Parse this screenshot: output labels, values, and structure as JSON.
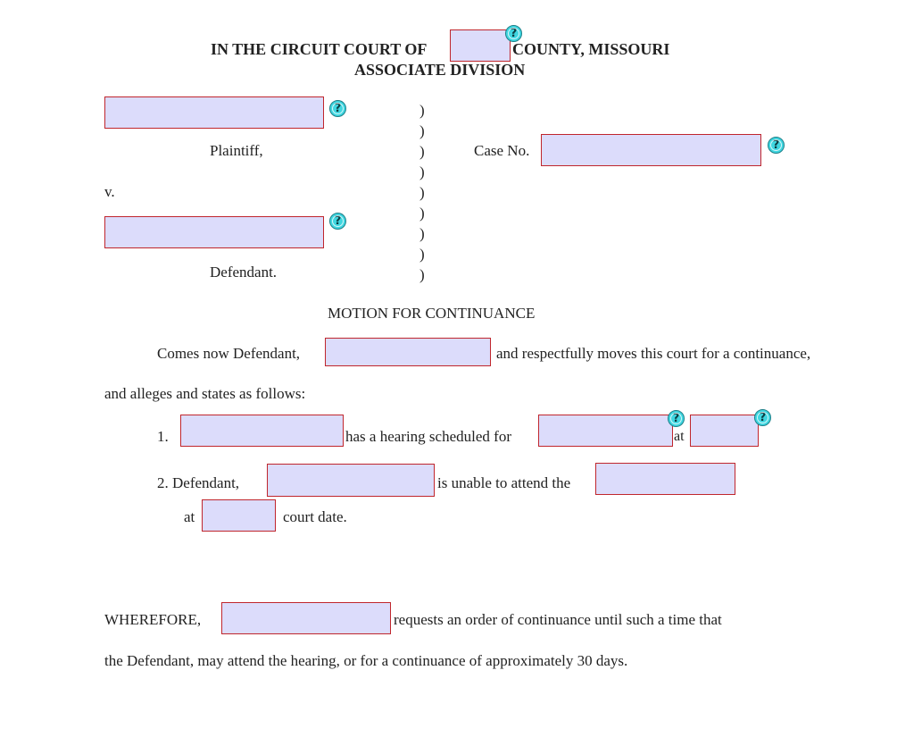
{
  "header": {
    "court_prefix": "IN THE CIRCUIT COURT OF",
    "court_suffix": "COUNTY, MISSOURI",
    "division": "ASSOCIATE DIVISION"
  },
  "caption": {
    "plaintiff_label": "Plaintiff,",
    "versus": "v.",
    "defendant_label": "Defendant.",
    "case_no_label": "Case No.",
    "paren": ")"
  },
  "title": "MOTION FOR CONTINUANCE",
  "body": {
    "comes_now": "Comes now Defendant,",
    "respectfully": "and respectfully moves this court for a continuance,",
    "alleges": "and alleges and states as follows:",
    "item1_number": "1.",
    "item1_hearing": "has a hearing scheduled for",
    "item1_at": "at",
    "item2_prefix": "2.  Defendant,",
    "item2_unable": "is unable to attend the",
    "item2_at": "at",
    "item2_court_date": "court date.",
    "wherefore": "WHEREFORE,",
    "requests": "requests an order of continuance until such a time that",
    "closing": "the Defendant, may attend the hearing, or for a continuance of approximately 30 days."
  },
  "help_icon_glyph": "?"
}
